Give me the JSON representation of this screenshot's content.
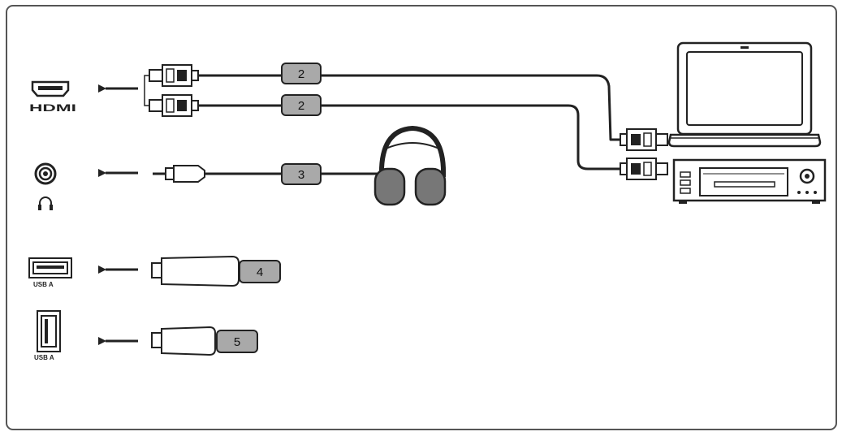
{
  "ports": {
    "hdmi": {
      "label": "HDMI"
    },
    "usb_horizontal": {
      "label": "USB A"
    },
    "usb_vertical": {
      "label": "USB A"
    }
  },
  "callouts": {
    "hdmi_laptop": "2",
    "hdmi_player": "2",
    "headphones": "3",
    "usb_stick_1": "4",
    "usb_stick_2": "5"
  },
  "icons": {
    "hdmi_port": "hdmi-port-icon",
    "audio_jack": "audio-jack-icon",
    "headphone_symbol": "headphone-symbol-icon",
    "usb_port": "usb-a-port-icon",
    "laptop": "laptop-icon",
    "player": "media-player-icon",
    "headphones": "headphones-icon",
    "usb_stick": "usb-stick-icon"
  },
  "colors": {
    "line": "#222222",
    "badge_fill": "#a9a9a9",
    "headphone_cup": "#777777",
    "frame": "#555555"
  }
}
